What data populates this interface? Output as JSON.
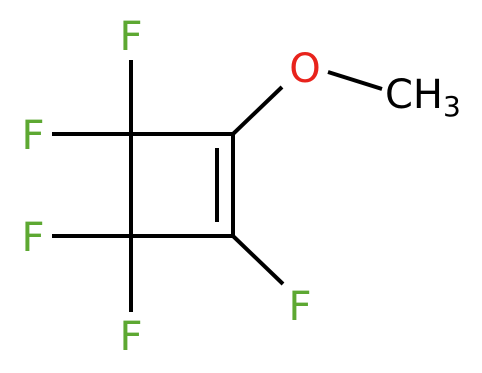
{
  "molecule": {
    "atoms": {
      "f_top": {
        "symbol": "F",
        "color": "#5da832"
      },
      "f_left_upper": {
        "symbol": "F",
        "color": "#5da832"
      },
      "f_left_lower": {
        "symbol": "F",
        "color": "#5da832"
      },
      "f_bottom": {
        "symbol": "F",
        "color": "#5da832"
      },
      "f_right_lower": {
        "symbol": "F",
        "color": "#5da832"
      },
      "oxygen": {
        "symbol": "O",
        "color": "#e8231c"
      },
      "methyl": {
        "symbol": "CH",
        "subscript": "3",
        "color": "#000000"
      }
    },
    "bond_color": "#000000"
  }
}
